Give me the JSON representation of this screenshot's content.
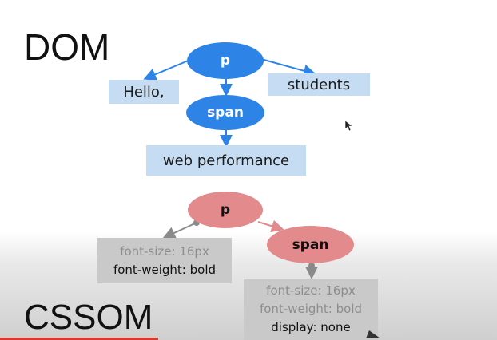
{
  "dom": {
    "heading": "DOM",
    "root_label": "p",
    "child_label": "span",
    "left_text": "Hello,",
    "right_text": "students",
    "child_text": "web performance"
  },
  "cssom": {
    "heading": "CSSOM",
    "root_label": "p",
    "child_label": "span",
    "p_rules": [
      "font-size: 16px",
      "font-weight: bold"
    ],
    "span_rules": [
      "font-size: 16px",
      "font-weight: bold",
      "display: none"
    ]
  },
  "colors": {
    "dom_node": "#2d84e6",
    "dom_text_box": "#c6dcf3",
    "cssom_node": "#e28a8c",
    "rule_box": "#c9c9c9",
    "inherited_rule": "#8d8d8d",
    "accent": "#d93a2b"
  }
}
